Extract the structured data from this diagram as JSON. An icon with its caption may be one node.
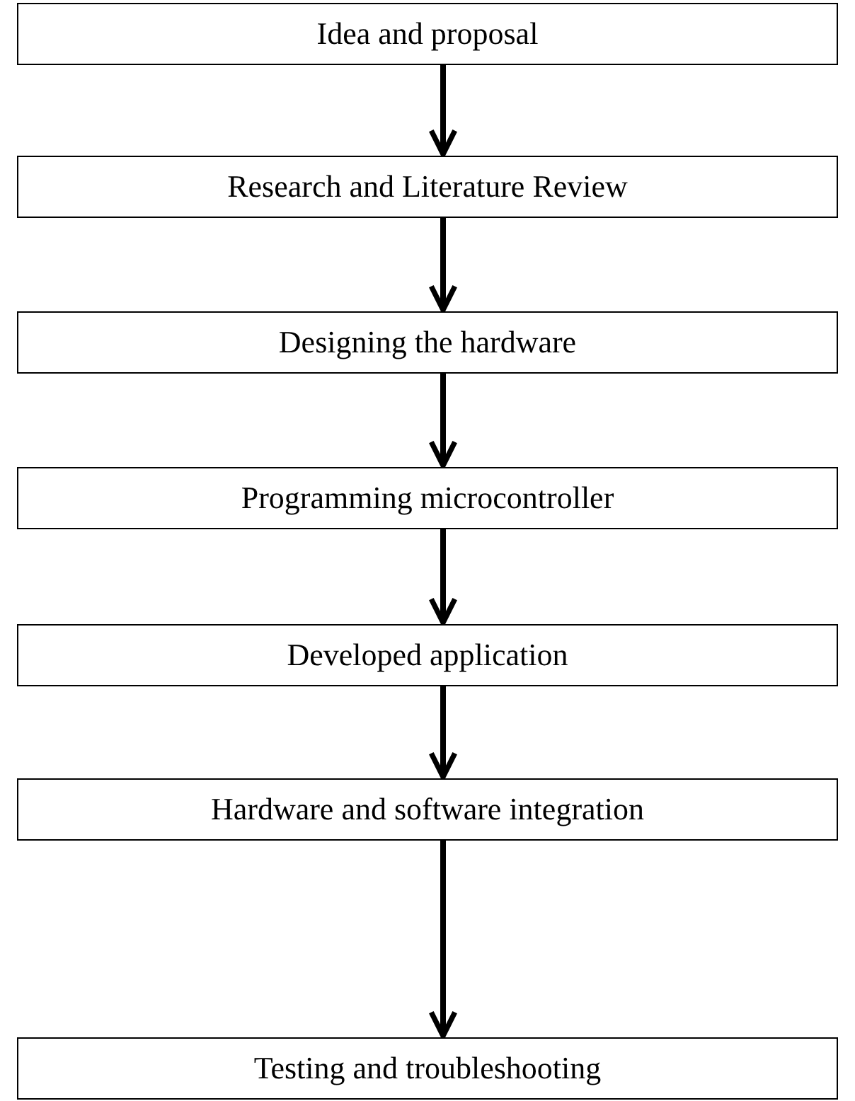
{
  "diagram": {
    "nodes": [
      {
        "text": [
          "Idea and proposal"
        ]
      },
      {
        "text": [
          "Research and Literature Review"
        ]
      },
      {
        "text": [
          "Designing the hardware"
        ]
      },
      {
        "text": [
          "Programming microcontroller"
        ]
      },
      {
        "text": [
          "Developed application"
        ]
      },
      {
        "text": [
          "Hardware and software integration"
        ]
      },
      {
        "text": [
          "Testing and troubleshooting"
        ]
      }
    ],
    "edges": [
      {
        "from": 0,
        "to": 1,
        "arrow": "to"
      },
      {
        "from": 1,
        "to": 2,
        "arrow": "to"
      },
      {
        "from": 2,
        "to": 3,
        "arrow": "to"
      },
      {
        "from": 3,
        "to": 4,
        "arrow": "to"
      },
      {
        "from": 4,
        "to": 5,
        "arrow": "to"
      },
      {
        "from": 5,
        "to": 6,
        "arrow": "to"
      }
    ]
  }
}
